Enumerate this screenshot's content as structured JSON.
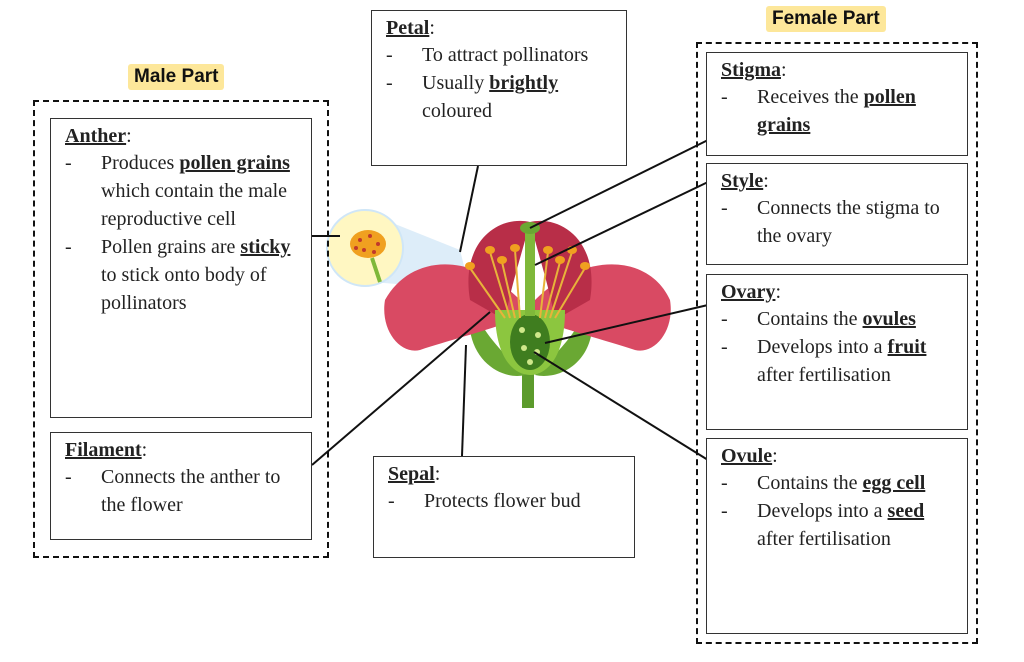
{
  "groups": {
    "male": {
      "title": "Male Part"
    },
    "female": {
      "title": "Female Part"
    }
  },
  "boxes": {
    "anther": {
      "head": "Anther",
      "colon": ":",
      "items": [
        [
          {
            "t": "Produces "
          },
          {
            "t": "pollen grains",
            "b": true
          },
          {
            "t": " which contain the male reproductive cell"
          }
        ],
        [
          {
            "t": "Pollen grains are "
          },
          {
            "t": "sticky",
            "b": true
          },
          {
            "t": " to stick onto body of pollinators"
          }
        ]
      ]
    },
    "filament": {
      "head": "Filament",
      "colon": ":",
      "items": [
        [
          {
            "t": "Connects the anther to the flower"
          }
        ]
      ]
    },
    "petal": {
      "head": "Petal",
      "colon": ":",
      "items": [
        [
          {
            "t": "To attract pollinators"
          }
        ],
        [
          {
            "t": "Usually "
          },
          {
            "t": "brightly",
            "b": true
          },
          {
            "t": " coloured"
          }
        ]
      ]
    },
    "sepal": {
      "head": "Sepal",
      "colon": ":",
      "items": [
        [
          {
            "t": "Protects flower bud"
          }
        ]
      ]
    },
    "stigma": {
      "head": "Stigma",
      "colon": ":",
      "items": [
        [
          {
            "t": "Receives the "
          },
          {
            "t": "pollen grains",
            "b": true
          }
        ]
      ]
    },
    "style": {
      "head": "Style",
      "colon": ":",
      "items": [
        [
          {
            "t": "Connects the stigma to the ovary"
          }
        ]
      ]
    },
    "ovary": {
      "head": "Ovary",
      "colon": ":",
      "items": [
        [
          {
            "t": "Contains the "
          },
          {
            "t": "ovules",
            "b": true
          }
        ],
        [
          {
            "t": "Develops into a "
          },
          {
            "t": "fruit",
            "b": true
          },
          {
            "t": " after fertilisation"
          }
        ]
      ]
    },
    "ovule": {
      "head": "Ovule",
      "colon": ":",
      "items": [
        [
          {
            "t": "Contains the "
          },
          {
            "t": "egg cell",
            "b": true
          }
        ],
        [
          {
            "t": "Develops into a "
          },
          {
            "t": "seed",
            "b": true
          },
          {
            "t": " after fertilisation"
          }
        ]
      ]
    }
  },
  "bullet": "-",
  "colors": {
    "petal": "#d94a63",
    "petal_dark": "#a8243c",
    "stem": "#5c9b2c",
    "anther": "#f0a020",
    "highlight": "#fde79a"
  }
}
